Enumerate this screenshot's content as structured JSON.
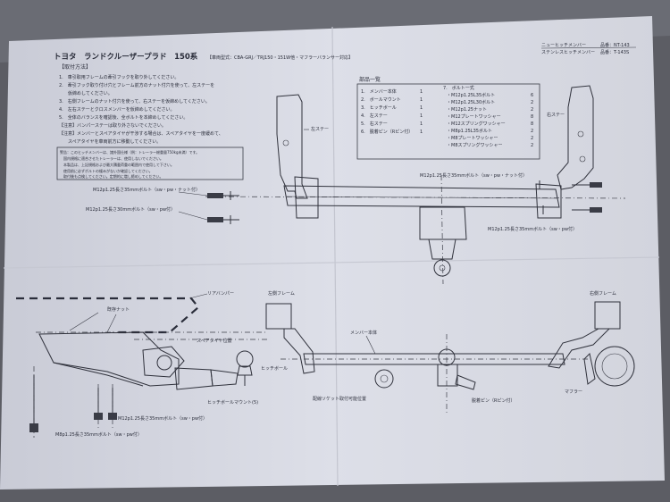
{
  "header": {
    "title": "トヨタ　ランドクルーザープラド　150系",
    "model": "【車両型式：CBA-GRJ／TRJ150・151W他・マフラーバランサー対応】",
    "part_name_1": "ニューヒッチメンバー",
    "part_no_1": "品番：NT-143",
    "part_name_2": "ステンレスヒッチメンバー",
    "part_no_2": "品番：T-143S"
  },
  "install": {
    "heading": "【取付方法】",
    "steps": [
      "1.　車引取用フレームの牽引フックを取り外してください。",
      "2.　牽引フック取り付け穴とフレーム前方のナット付穴を使って、左ステーを",
      "　　仮締めしてください。",
      "3.　右側フレームのナット付穴を使って、右ステーを仮締めしてください。",
      "4.　左右ステーとクロスメンバーを仮締めしてください。",
      "5.　全体のバランスを確認後、全ボルトを本締めしてください。",
      "【注意】バンパーステーは取り外さないでください。",
      "【注意】メンバーとスペアタイヤが干渉する場合は、スペアタイヤを一度緩めて、",
      "　　スペアタイヤを車両前方に移動してください。"
    ],
    "warning_lines": [
      "警告：このヒッチメンバーは、諸外国仕様（例：トレーラー総重量750kg未満）です。",
      "　国内規格に適合させたトレーラーは、使用しないでください。",
      "　本製品は、上記規格および最大積載荷重の範囲内で使用して下さい。",
      "　使用前に必ずボルトの緩みがないか確認してください。",
      "　取付後も点検してください。定期的に増し締めしてください。"
    ]
  },
  "parts": {
    "heading": "部品一覧",
    "left": [
      {
        "name": "1.　メンバー本体",
        "qty": "1"
      },
      {
        "name": "2.　ボールマウント",
        "qty": "1"
      },
      {
        "name": "3.　ヒッチボール",
        "qty": "1"
      },
      {
        "name": "4.　左ステー",
        "qty": "1"
      },
      {
        "name": "5.　右ステー",
        "qty": "1"
      },
      {
        "name": "6.　脱着ピン（Rピン付）",
        "qty": "1"
      }
    ],
    "bolts_heading": "7.　ボルト一式",
    "right": [
      {
        "name": "・M12p1.25L35ボルト",
        "qty": "6"
      },
      {
        "name": "・M12p1.25L30ボルト",
        "qty": "2"
      },
      {
        "name": "・M12p1.25ナット",
        "qty": "2"
      },
      {
        "name": "・M12プレートワッシャー",
        "qty": "8"
      },
      {
        "name": "・M12スプリングワッシャー",
        "qty": "8"
      },
      {
        "name": "・M8p1.25L35ボルト",
        "qty": "2"
      },
      {
        "name": "・M8プレートワッシャー",
        "qty": "2"
      },
      {
        "name": "・M8スプリングワッシャー",
        "qty": "2"
      }
    ]
  },
  "labels": {
    "left_stay": "左ステー",
    "right_stay": "右ステー",
    "bolt_a": "M12p1.25長さ35mmボルト（sw・pw・ナット付）",
    "bolt_b": "M12p1.25長さ30mmボルト（sw・pw付）",
    "bolt_c": "M12p1.25長さ35mmボルト（sw・pw・ナット付）",
    "bolt_d": "M12p1.25長さ35mmボルト（sw・pw付）",
    "rear_bumper": "リアバンパー",
    "fixing_nut": "既存ナット",
    "frame_left": "左側フレーム",
    "frame_right": "右側フレーム",
    "spare_tire": "スペアタイヤ位置",
    "hitch_ball": "ヒッチボール",
    "ball_mount": "ヒッチボールマウント(5)",
    "member_body": "メンバー本体",
    "bolt_e": "M12p1.25長さ35mmボルト（sw・pw付）",
    "bolt_f": "M8p1.25長さ35mmボルト（sw・pw付）",
    "connector": "配線ソケット取付可能位置",
    "pin": "脱着ピン（Rピン付）",
    "muffler": "マフラー"
  }
}
